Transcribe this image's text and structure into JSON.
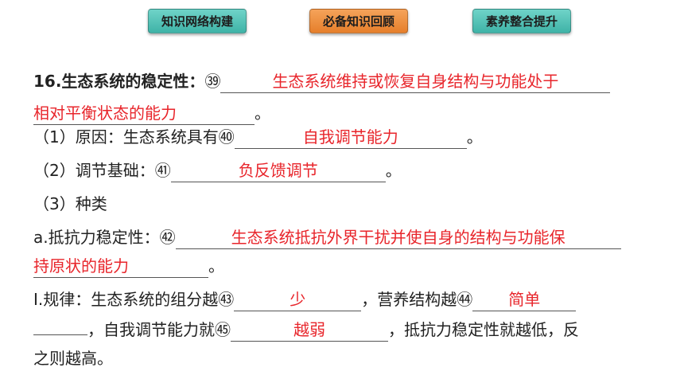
{
  "tabs": [
    {
      "label": "知识网络构建"
    },
    {
      "label": "必备知识回顾"
    },
    {
      "label": "素养整合提升"
    }
  ],
  "q16": {
    "title": "16.生态系统的稳定性：",
    "num": "㊴",
    "answer_part1": "生态系统维持或恢复自身结构与功能处于",
    "answer_part2": "相对平衡状态的能力",
    "end": "。"
  },
  "item1": {
    "text": "（1）原因：生态系统具有",
    "num": "㊵",
    "answer": "自我调节能力",
    "end": "。"
  },
  "item2": {
    "text": "（2）调节基础：",
    "num": "㊶",
    "answer": "负反馈调节",
    "end": "。"
  },
  "item3": {
    "text": "（3）种类"
  },
  "itemA": {
    "text": "a.抵抗力稳定性：",
    "num": "㊷",
    "answer_part1": "生态系统抵抗外界干扰并使自身的结构与功能保",
    "answer_part2": "持原状的能力",
    "end": "。"
  },
  "rule": {
    "prefix": "Ⅰ.规律：生态系统的组分越",
    "num1": "㊸",
    "answer1": "少",
    "mid1": "，营养结构越",
    "num2": "㊹",
    "answer2": "简单",
    "mid2": "，自我调节能力就",
    "num3": "㊺",
    "answer3": "越弱",
    "mid3": "，抵抗力稳定性就越低，反",
    "end": "之则越高。"
  },
  "colors": {
    "answer": "#e8252b",
    "tab_teal": "#3fb3a7",
    "tab_orange": "#e67f2b"
  }
}
